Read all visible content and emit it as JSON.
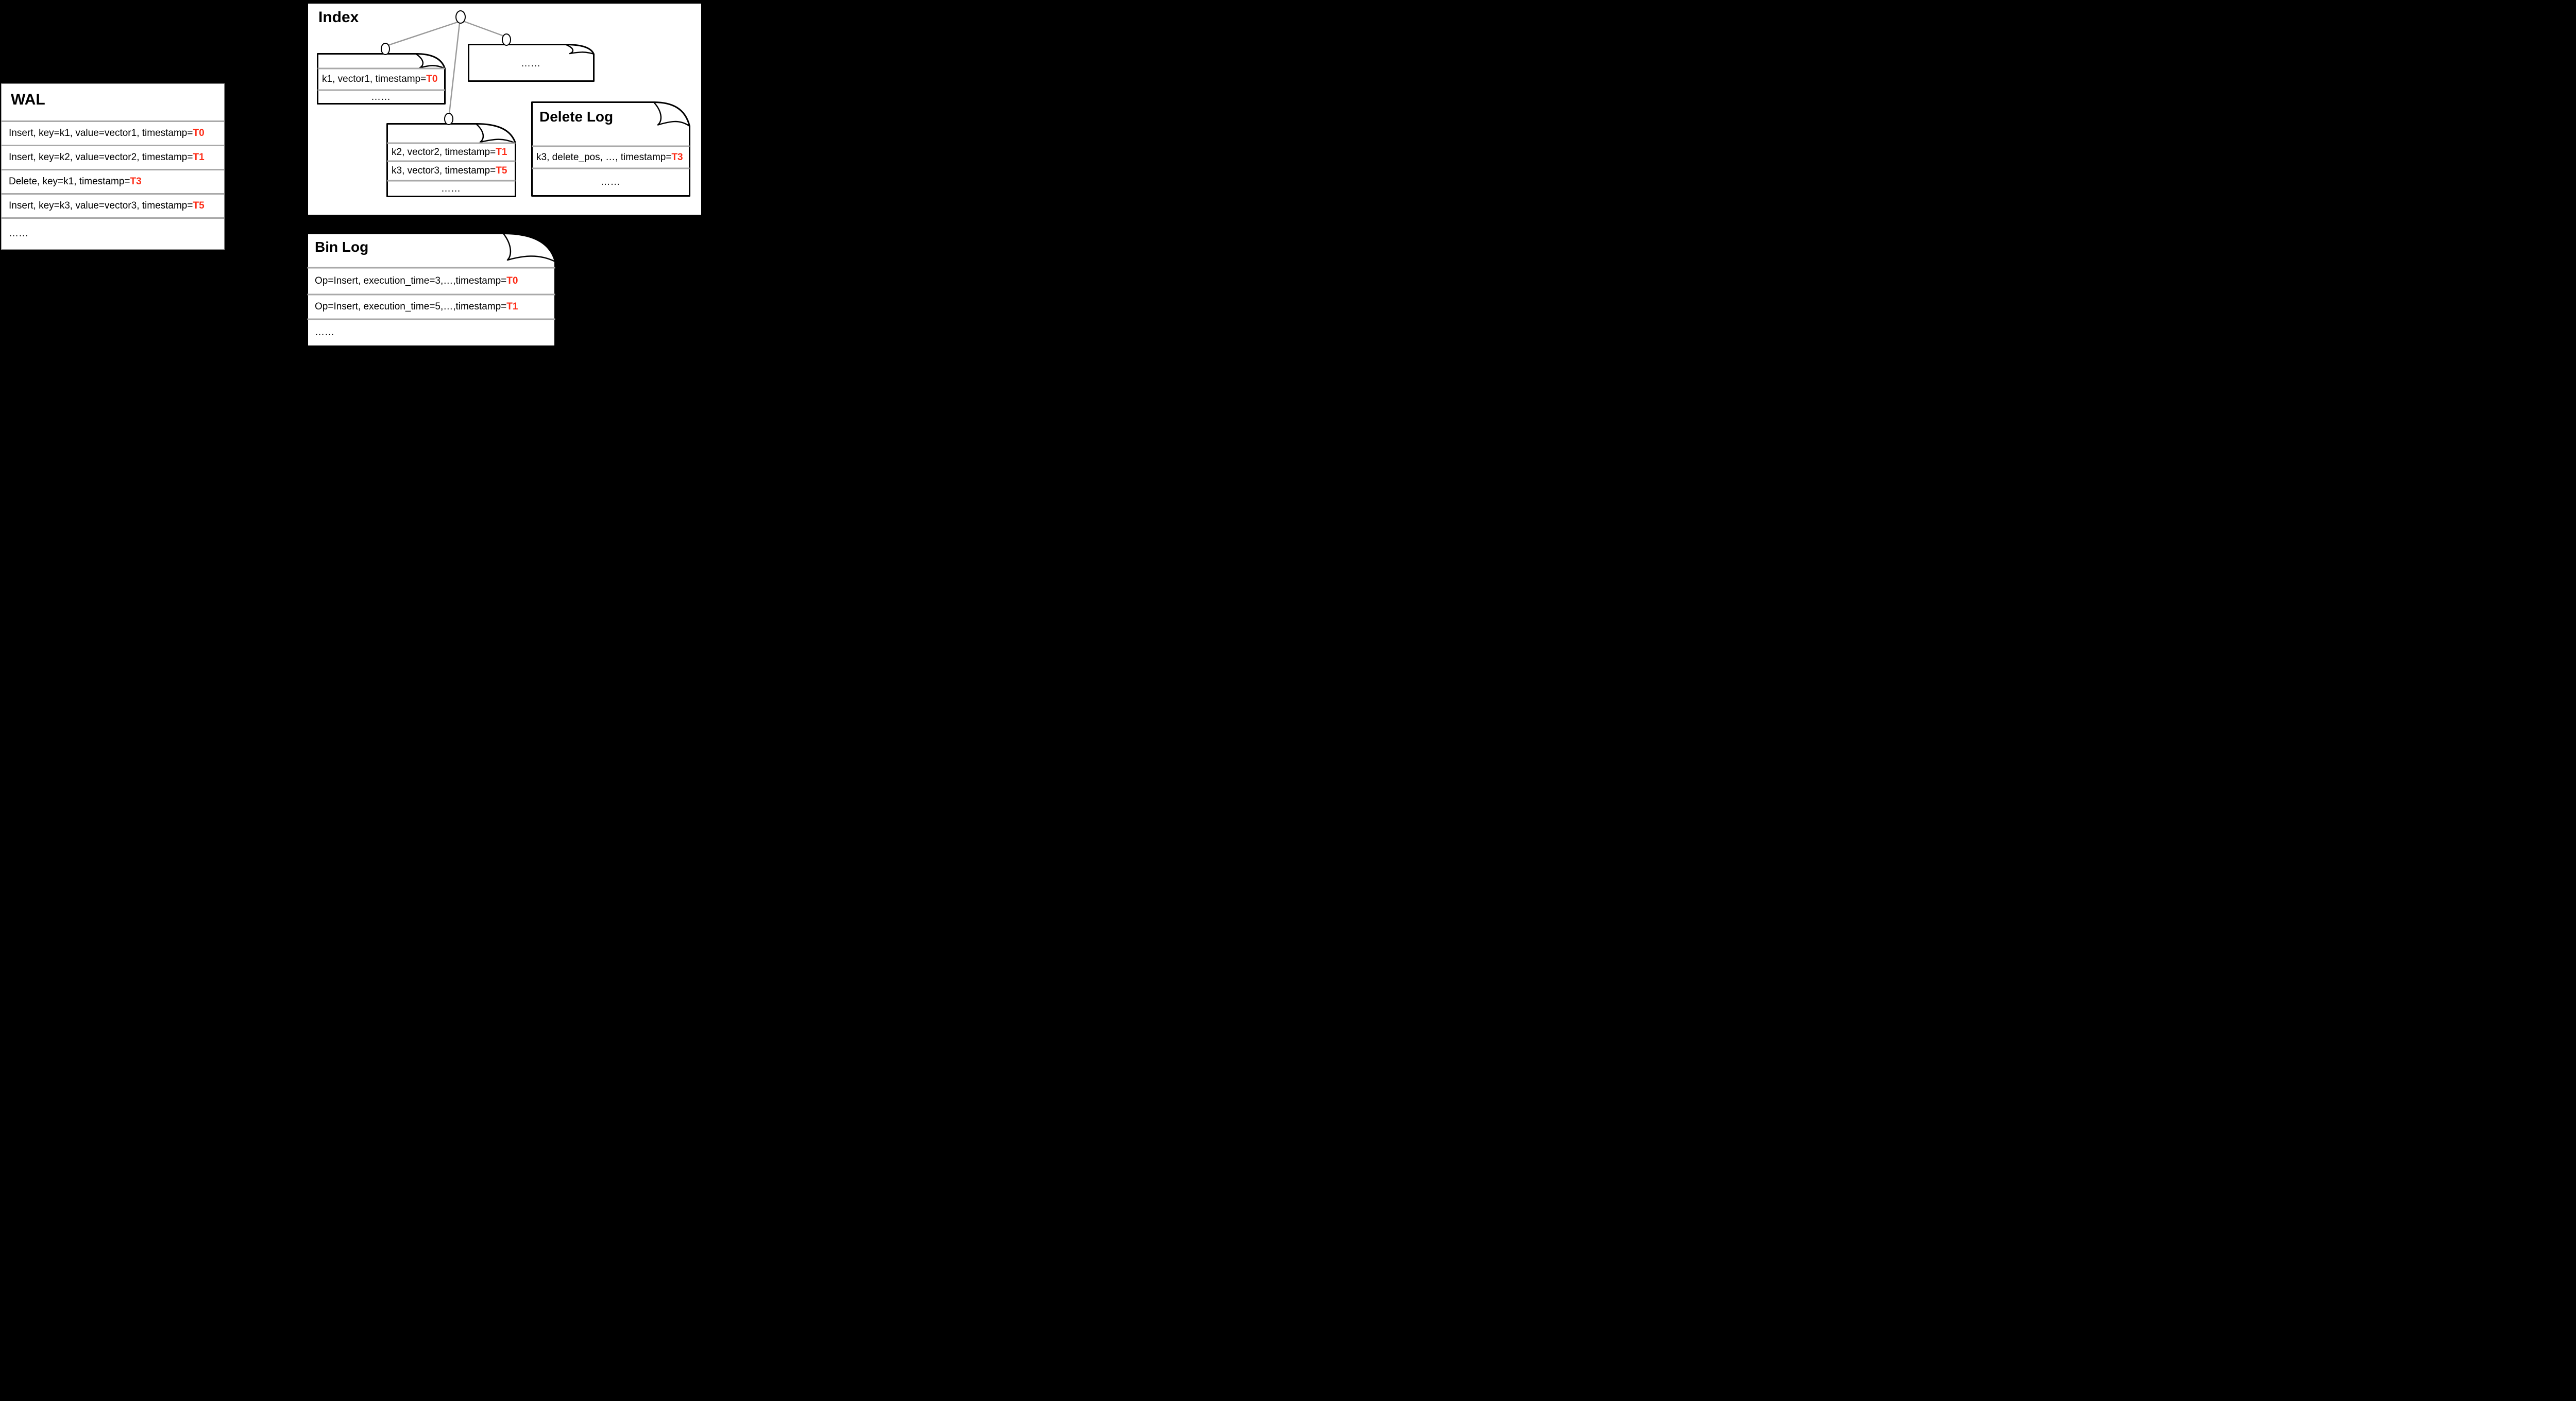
{
  "colors": {
    "background": "#000000",
    "panel": "#FFFFFF",
    "accent_red": "#FD2C17",
    "separator_gray": "#A9A9A9",
    "tree_edge_gray": "#9B9B9B"
  },
  "wal": {
    "title": "WAL",
    "rows": [
      {
        "text": "Insert, key=k1, value=vector1, timestamp=",
        "time": "T0"
      },
      {
        "text": "Insert, key=k2, value=vector2, timestamp=",
        "time": "T1"
      },
      {
        "text": "Delete, key=k1, timestamp=",
        "time": "T3"
      },
      {
        "text": "Insert, key=k3, value=vector3, timestamp=",
        "time": "T5"
      }
    ],
    "ellipsis": "……"
  },
  "index": {
    "title": "Index",
    "nodes": [
      "root",
      "child-left",
      "child-right",
      "child-middle"
    ],
    "segments": {
      "left": {
        "rows": [
          {
            "text": "k1, vector1, timestamp=",
            "time": "T0"
          }
        ],
        "ellipsis": "……"
      },
      "right": {
        "ellipsis": "……"
      },
      "middle": {
        "rows": [
          {
            "text": "k2, vector2, timestamp=",
            "time": "T1"
          },
          {
            "text": "k3, vector3, timestamp=",
            "time": "T5"
          }
        ],
        "ellipsis": "……"
      }
    }
  },
  "delete_log": {
    "title": "Delete Log",
    "rows": [
      {
        "text": "k3, delete_pos, …, timestamp=",
        "time": "T3"
      }
    ],
    "ellipsis": "……"
  },
  "bin_log": {
    "title": "Bin Log",
    "rows": [
      {
        "text": "Op=Insert, execution_time=3,…,timestamp=",
        "time": "T0"
      },
      {
        "text": "Op=Insert, execution_time=5,…,timestamp=",
        "time": "T1"
      }
    ],
    "ellipsis": "……"
  }
}
